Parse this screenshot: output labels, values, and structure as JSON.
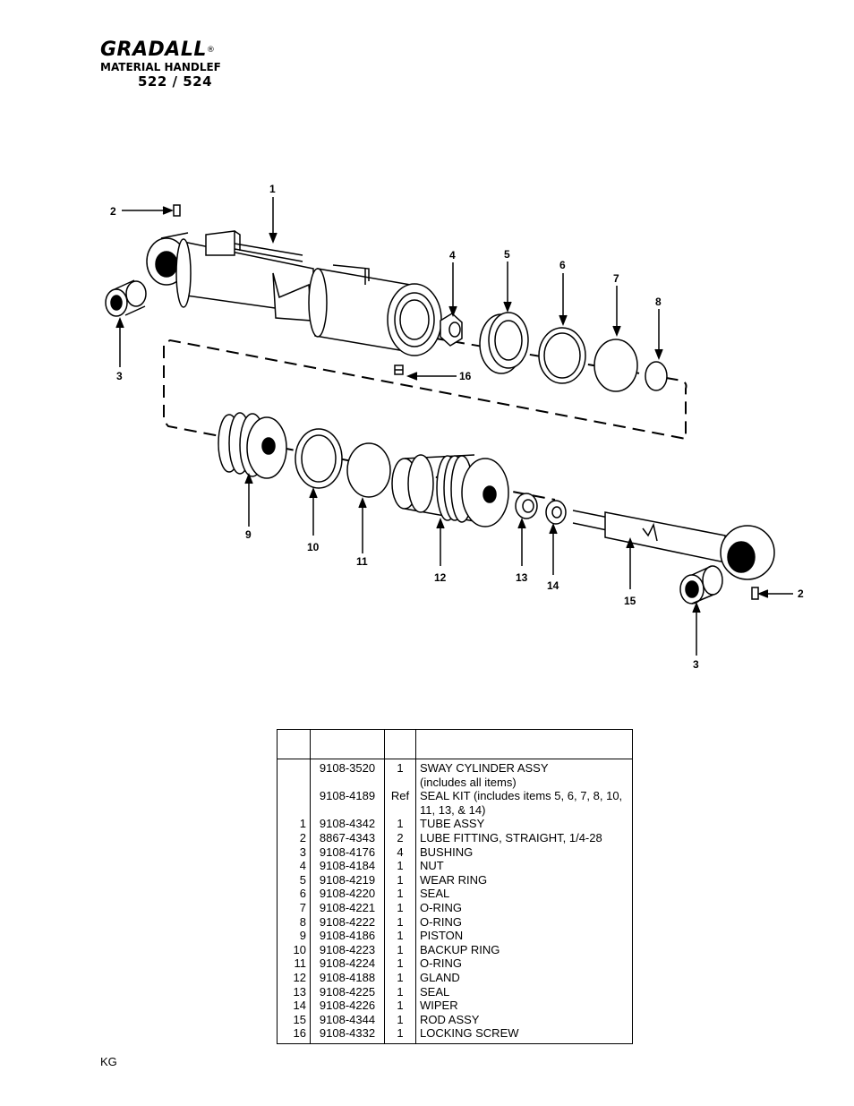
{
  "header": {
    "brand": "GRADALL",
    "registered_mark": "®",
    "subtitle": "MATERIAL HANDLEF",
    "model": "522 / 524"
  },
  "diagram": {
    "callouts": {
      "c1": "1",
      "c2a": "2",
      "c2b": "2",
      "c3a": "3",
      "c3b": "3",
      "c4": "4",
      "c5": "5",
      "c6": "6",
      "c7": "7",
      "c8": "8",
      "c9": "9",
      "c10": "10",
      "c11": "11",
      "c12": "12",
      "c13": "13",
      "c14": "14",
      "c15": "15",
      "c16": "16"
    }
  },
  "parts_table": {
    "headers": [
      "",
      "",
      "",
      ""
    ],
    "rows": [
      {
        "item": "",
        "part": "9108-3520",
        "qty": "1",
        "desc": "SWAY CYLINDER ASSY",
        "desc2": "(includes all items)"
      },
      {
        "item": "",
        "part": "9108-4189",
        "qty": "Ref",
        "desc": "SEAL KIT  (includes items 5, 6, 7, 8, 10,",
        "desc2": "11, 13, & 14)"
      },
      {
        "item": "1",
        "part": "9108-4342",
        "qty": "1",
        "desc": "TUBE ASSY",
        "desc2": ""
      },
      {
        "item": "2",
        "part": "8867-4343",
        "qty": "2",
        "desc": "LUBE FITTING, STRAIGHT, 1/4-28",
        "desc2": ""
      },
      {
        "item": "3",
        "part": "9108-4176",
        "qty": "4",
        "desc": "BUSHING",
        "desc2": ""
      },
      {
        "item": "4",
        "part": "9108-4184",
        "qty": "1",
        "desc": "NUT",
        "desc2": ""
      },
      {
        "item": "5",
        "part": "9108-4219",
        "qty": "1",
        "desc": "WEAR RING",
        "desc2": ""
      },
      {
        "item": "6",
        "part": "9108-4220",
        "qty": "1",
        "desc": "SEAL",
        "desc2": ""
      },
      {
        "item": "7",
        "part": "9108-4221",
        "qty": "1",
        "desc": "O-RING",
        "desc2": ""
      },
      {
        "item": "8",
        "part": "9108-4222",
        "qty": "1",
        "desc": "O-RING",
        "desc2": ""
      },
      {
        "item": "9",
        "part": "9108-4186",
        "qty": "1",
        "desc": "PISTON",
        "desc2": ""
      },
      {
        "item": "10",
        "part": "9108-4223",
        "qty": "1",
        "desc": "BACKUP RING",
        "desc2": ""
      },
      {
        "item": "11",
        "part": "9108-4224",
        "qty": "1",
        "desc": "O-RING",
        "desc2": ""
      },
      {
        "item": "12",
        "part": "9108-4188",
        "qty": "1",
        "desc": "GLAND",
        "desc2": ""
      },
      {
        "item": "13",
        "part": "9108-4225",
        "qty": "1",
        "desc": "SEAL",
        "desc2": ""
      },
      {
        "item": "14",
        "part": "9108-4226",
        "qty": "1",
        "desc": "WIPER",
        "desc2": ""
      },
      {
        "item": "15",
        "part": "9108-4344",
        "qty": "1",
        "desc": "ROD ASSY",
        "desc2": ""
      },
      {
        "item": "16",
        "part": "9108-4332",
        "qty": "1",
        "desc": "LOCKING SCREW",
        "desc2": ""
      }
    ]
  },
  "footer": {
    "code": "KG"
  }
}
